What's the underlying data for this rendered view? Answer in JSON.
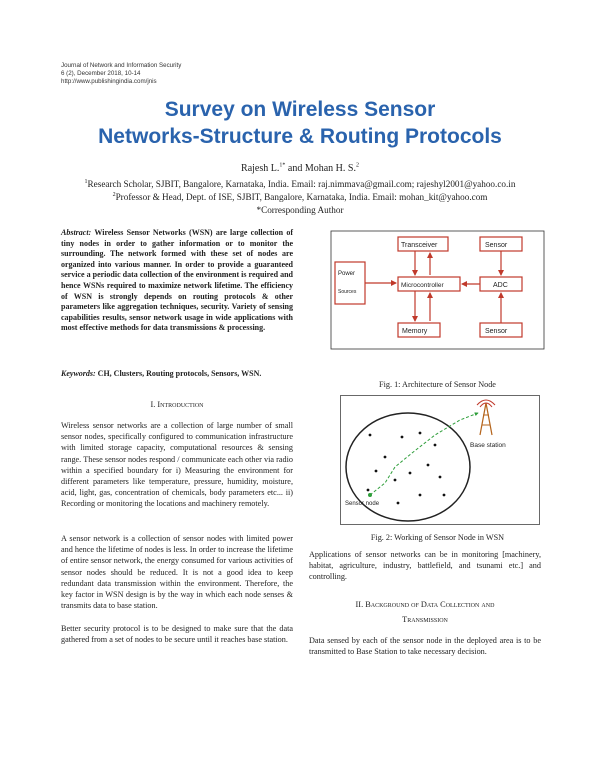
{
  "journal": {
    "name": "Journal of Network and Information Security",
    "issue": "6 (2), December 2018, 10-14",
    "url": "http://www.publishingindia.com/jnis"
  },
  "title": {
    "line1": "Survey on Wireless Sensor",
    "line2": "Networks-Structure & Routing Protocols"
  },
  "authors": {
    "a1": "Rajesh L.",
    "a1_sup": "1*",
    "and": "and",
    "a2": "Mohan H. S.",
    "a2_sup": "2"
  },
  "affiliations": {
    "aff1_sup": "1",
    "aff1": "Research Scholar, SJBIT, Bangalore, Karnataka, India. Email: raj.nimmava@gmail.com; rajeshyl2001@yahoo.co.in",
    "aff2_sup": "2",
    "aff2": "Professor & Head, Dept. of ISE, SJBIT, Bangalore, Karnataka, India. Email: mohan_kit@yahoo.com",
    "corresponding": "*Corresponding Author"
  },
  "abstract": {
    "label": "Abstract:",
    "text": "Wireless Sensor Networks (WSN) are large collection of tiny nodes in order to gather information or to monitor the surrounding. The network formed with these set of nodes are organized into various manner. In order to provide a guaranteed service a periodic data collection of the environment is required and hence WSNs required to maximize network lifetime. The efficiency of WSN is strongly depends on routing protocols & other parameters like aggregation techniques, security. Variety of sensing capabilities results, sensor network usage in wide applications with most effective methods for data transmissions & processing."
  },
  "keywords": {
    "label": "Keywords:",
    "text": "CH, Clusters, Routing protocols, Sensors, WSN."
  },
  "section1": {
    "heading": "I. Introduction",
    "p1": "Wireless sensor networks are a collection of large number of small sensor nodes, specifically configured to communication infrastructure with limited storage capacity, computational resources & sensing range. These sensor nodes respond / communicate each other via radio within a specified boundary for i) Measuring the environment for different parameters like temperature, pressure, humidity, moisture, acid, light, gas, concentration of chemicals, body parameters etc... ii) Recording or monitoring the locations and machinery remotely.",
    "p2": "A sensor network is a collection of sensor nodes with limited power and hence the lifetime of nodes is less. In order to increase the lifetime of entire sensor network, the energy consumed for various activities of sensor nodes should be reduced. It is not a good idea to keep redundant data transmission within the environment. Therefore, the key factor in WSN design is by the way in which each node senses & transmits data to base station.",
    "p3": "Better security protocol is to be designed to make sure that the data gathered from a set of nodes to be secure until it reaches base station."
  },
  "figure1": {
    "caption": "Fig. 1: Architecture of Sensor Node",
    "transceiver": "Transceiver",
    "sensor_top": "Sensor",
    "power": "Power",
    "sources": "Sources",
    "microcontroller": "Microcontroller",
    "adc": "ADC",
    "memory": "Memory",
    "sensor_bottom": "Sensor",
    "accent_color": "#c0392b"
  },
  "figure2": {
    "caption": "Fig. 2: Working of Sensor Node in WSN",
    "base_station": "Base station",
    "sensor_node": "Sensor node",
    "path_color": "#2e9e3a"
  },
  "right_col": {
    "p1": "Applications of sensor networks can be in monitoring [machinery, habitat, agriculture, industry, battlefield, and tsunami etc.] and controlling.",
    "section2_line1": "II. Background of Data Collection and",
    "section2_line2": "Transmission",
    "p2": "Data sensed by each of the sensor node in the deployed area is to be transmitted to Base Station to take necessary decision."
  }
}
